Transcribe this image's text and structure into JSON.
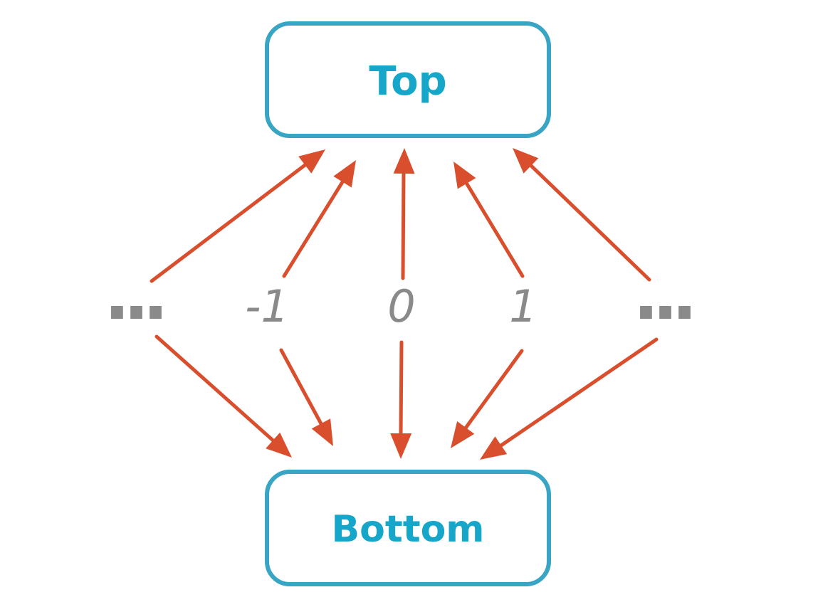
{
  "diagram": {
    "background_color": "#ffffff",
    "nodes": {
      "top": {
        "label": "Top"
      },
      "bottom": {
        "label": "Bottom"
      }
    },
    "index_labels": [
      "...",
      "-1",
      "0",
      "1",
      "..."
    ],
    "edges": [
      {
        "from": "...",
        "from_position": "left-ellipsis",
        "to": "Top"
      },
      {
        "from": "-1",
        "from_position": "neg-one",
        "to": "Top"
      },
      {
        "from": "0",
        "from_position": "zero",
        "to": "Top"
      },
      {
        "from": "1",
        "from_position": "one",
        "to": "Top"
      },
      {
        "from": "...",
        "from_position": "right-ellipsis",
        "to": "Top"
      },
      {
        "from": "...",
        "from_position": "left-ellipsis",
        "to": "Bottom"
      },
      {
        "from": "-1",
        "from_position": "neg-one",
        "to": "Bottom"
      },
      {
        "from": "0",
        "from_position": "zero",
        "to": "Bottom"
      },
      {
        "from": "1",
        "from_position": "one",
        "to": "Bottom"
      },
      {
        "from": "...",
        "from_position": "right-ellipsis",
        "to": "Bottom"
      }
    ],
    "colors": {
      "node_border": "#38a5c5",
      "node_label": "#16a6ca",
      "arrow": "#d94e2d",
      "index_label": "#8a8a8a"
    }
  }
}
